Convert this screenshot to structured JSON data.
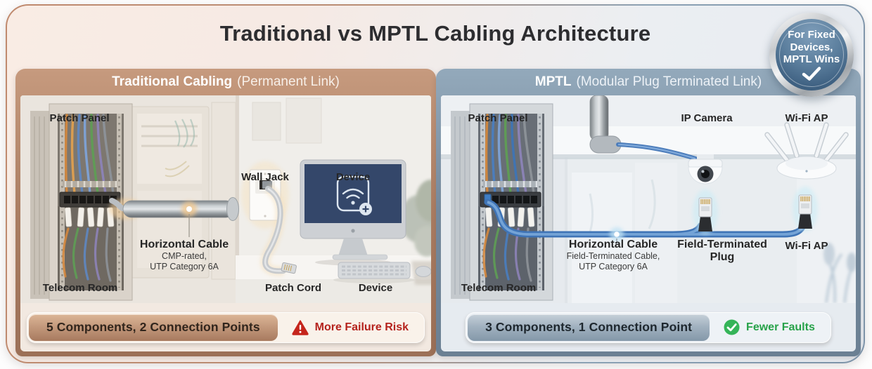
{
  "title": "Traditional vs MPTL Cabling Architecture",
  "badge": {
    "line1": "For Fixed",
    "line2": "Devices,",
    "line3": "MPTL Wins"
  },
  "left_panel": {
    "header_title": "Traditional Cabling",
    "header_subtitle": "(Permanent Link)",
    "labels": {
      "patch_panel": "Patch Panel",
      "telecom_room": "Telecom Room",
      "wall_jack": "Wall Jack",
      "device_top": "Device",
      "patch_cord": "Patch Cord",
      "device_bottom": "Device",
      "horizontal_cable": "Horizontal Cable",
      "cable_sub1": "CMP-rated,",
      "cable_sub2": "UTP Category 6A"
    },
    "stat_text": "5 Components, 2 Connection Points",
    "risk_text": "More Failure Risk"
  },
  "right_panel": {
    "header_title": "MPTL",
    "header_subtitle": "(Modular Plug Terminated Link)",
    "labels": {
      "patch_panel": "Patch Panel",
      "ip_camera": "IP Camera",
      "wifi_ap_top": "Wi-Fi AP",
      "horizontal_cable": "Horizontal Cable",
      "cable_sub1": "Field-Terminated Cable,",
      "cable_sub2": "UTP Category 6A",
      "plug_line1": "Field-Terminated",
      "plug_line2": "Plug",
      "wifi_ap_bottom": "Wi-Fi AP",
      "telecom_room": "Telecom Room"
    },
    "stat_text": "3 Components, 1 Connection Point",
    "risk_text": "Fewer Faults"
  },
  "colors": {
    "traditional_accent": "#a87a5f",
    "mptl_accent": "#74889b",
    "risk_red": "#b5231d",
    "ok_green": "#27a249",
    "cable_blue": "#3f74b6"
  }
}
